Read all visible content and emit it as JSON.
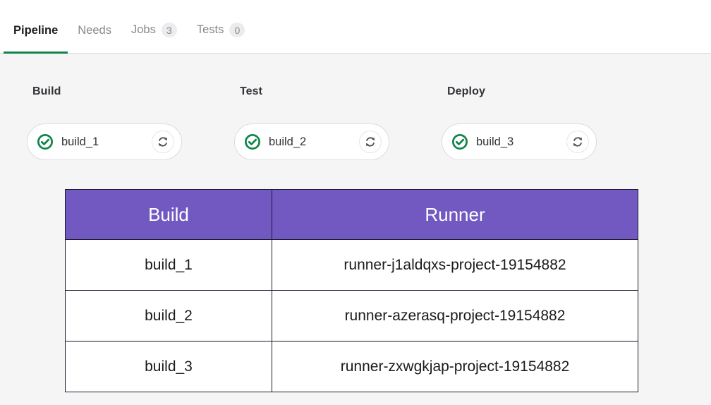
{
  "tabs": [
    {
      "label": "Pipeline",
      "badge": null,
      "active": true,
      "name": "tab-pipeline"
    },
    {
      "label": "Needs",
      "badge": null,
      "active": false,
      "name": "tab-needs"
    },
    {
      "label": "Jobs",
      "badge": "3",
      "active": false,
      "name": "tab-jobs"
    },
    {
      "label": "Tests",
      "badge": "0",
      "active": false,
      "name": "tab-tests"
    }
  ],
  "pipeline": {
    "stages": [
      {
        "title": "Build",
        "job": {
          "label": "build_1",
          "status": "success",
          "status_icon": "status-success-check-icon",
          "retry_icon": "retry-icon"
        }
      },
      {
        "title": "Test",
        "job": {
          "label": "build_2",
          "status": "success",
          "status_icon": "status-success-check-icon",
          "retry_icon": "retry-icon"
        }
      },
      {
        "title": "Deploy",
        "job": {
          "label": "build_3",
          "status": "success",
          "status_icon": "status-success-check-icon",
          "retry_icon": "retry-icon"
        }
      }
    ]
  },
  "runner_table": {
    "headers": [
      "Build",
      "Runner"
    ],
    "rows": [
      {
        "build": "build_1",
        "runner": "runner-j1aldqxs-project-19154882"
      },
      {
        "build": "build_2",
        "runner": "runner-azerasq-project-19154882"
      },
      {
        "build": "build_3",
        "runner": "runner-zxwgkjap-project-19154882"
      }
    ]
  },
  "colors": {
    "accent_green": "#108548",
    "table_header_purple": "#7159c1",
    "page_background": "#f5f5f5",
    "tab_active_text": "#1f1e24",
    "tab_inactive_text": "#89888d"
  }
}
